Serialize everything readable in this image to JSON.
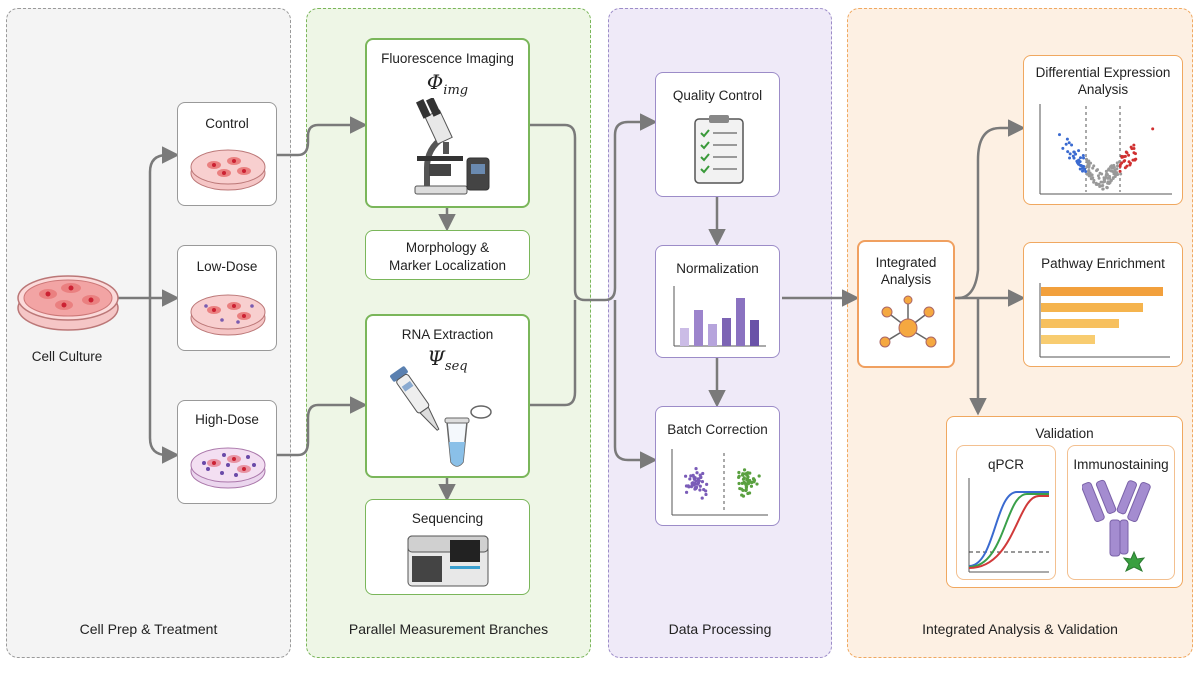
{
  "panels": {
    "prep": "Cell Prep & Treatment",
    "measure": "Parallel Measurement Branches",
    "processing": "Data Processing",
    "integrated": "Integrated Analysis & Validation"
  },
  "prep": {
    "cell_culture": "Cell Culture",
    "control": "Control",
    "low_dose": "Low-Dose",
    "high_dose": "High-Dose"
  },
  "measure": {
    "fluorescence": "Fluorescence Imaging",
    "phi_symbol": "Φ",
    "phi_sub": "img",
    "morphology_line1": "Morphology &",
    "morphology_line2": "Marker Localization",
    "rna": "RNA Extraction",
    "psi_symbol": "Ψ",
    "psi_sub": "seq",
    "sequencing": "Sequencing"
  },
  "processing": {
    "qc": "Quality Control",
    "normalization": "Normalization",
    "batch": "Batch Correction"
  },
  "integrated": {
    "analysis_line1": "Integrated",
    "analysis_line2": "Analysis",
    "diff_line1": "Differential Expression",
    "diff_line2": "Analysis",
    "pathway": "Pathway Enrichment",
    "validation": "Validation",
    "qpcr": "qPCR",
    "immuno": "Immunostaining"
  },
  "colors": {
    "prep_fill": "#f4f4f4",
    "prep_border": "#9a9a9a",
    "measure_fill": "#eef6e6",
    "measure_border": "#7ab65a",
    "processing_fill": "#efeaf8",
    "processing_border": "#9c8cc8",
    "integrated_fill": "#fdf0e3",
    "integrated_border": "#f0a860",
    "arrow": "#7a7a7a"
  }
}
